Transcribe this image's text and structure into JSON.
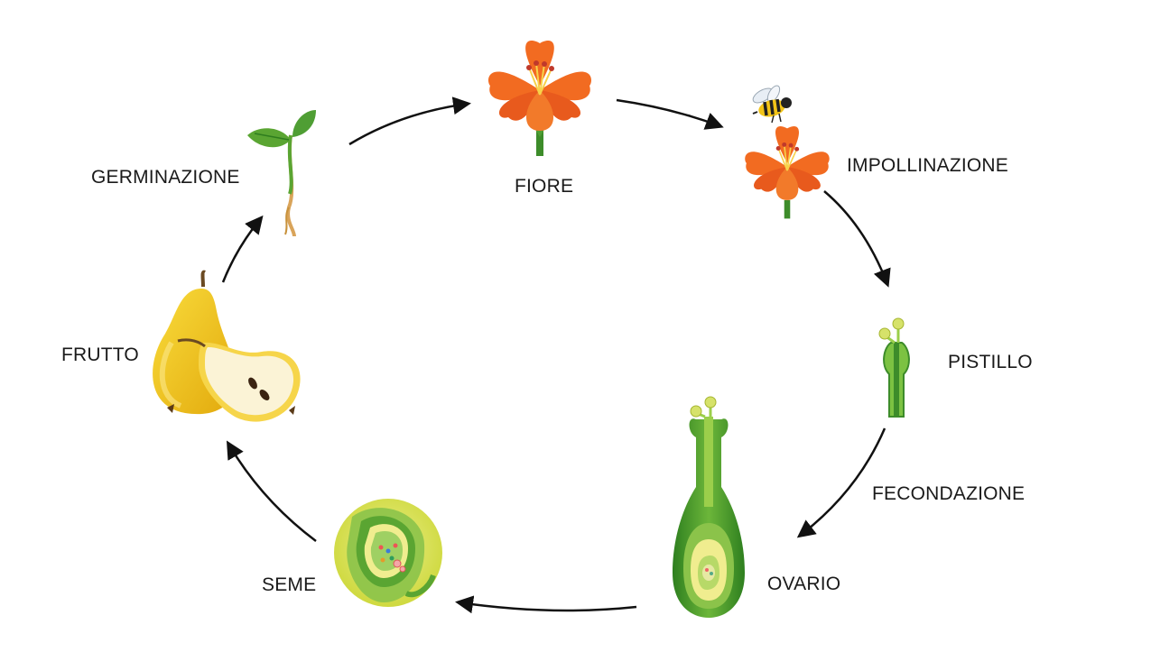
{
  "stages": {
    "fiore": "FIORE",
    "impollinazione": "IMPOLLINAZIONE",
    "pistillo": "PISTILLO",
    "fecondazione": "FECONDAZIONE",
    "ovario": "OVARIO",
    "seme": "SEME",
    "frutto": "FRUTTO",
    "germinazione": "GERMINAZIONE"
  },
  "icons": [
    "flower-icon",
    "bee-icon",
    "pistil-icon",
    "ovary-icon",
    "seed-icon",
    "pear-icon",
    "sprout-icon"
  ],
  "colors": {
    "petal": "#f26b21",
    "petal_dark": "#e0521a",
    "leaf_green": "#5aa532",
    "dark_green": "#2f7d1e",
    "pear_yellow": "#f2c418",
    "pear_flesh": "#fbf3d6",
    "arrow": "#111111"
  }
}
